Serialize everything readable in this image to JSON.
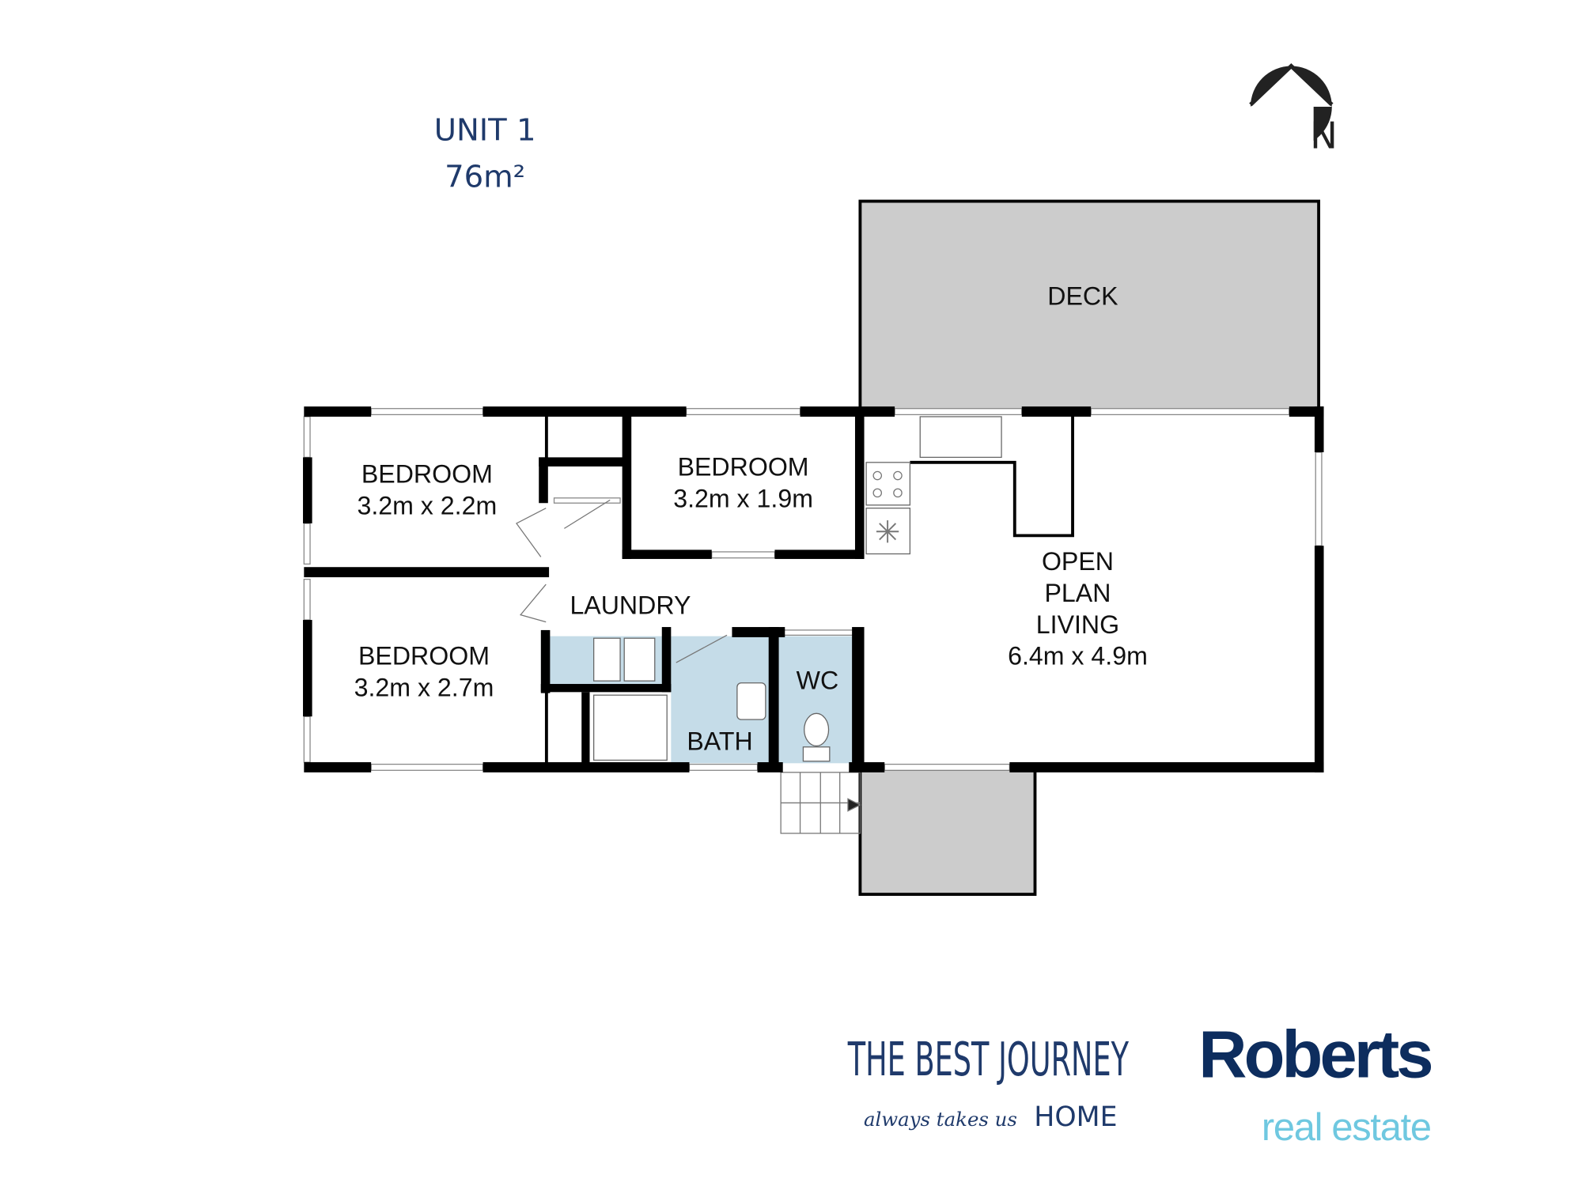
{
  "header": {
    "unit": "UNIT 1",
    "area": "76m²"
  },
  "compass": {
    "label": "N"
  },
  "rooms": {
    "deck": "DECK",
    "bedroom1": {
      "name": "BEDROOM",
      "size": "3.2m x 2.2m"
    },
    "bedroom2": {
      "name": "BEDROOM",
      "size": "3.2m x 1.9m"
    },
    "bedroom3": {
      "name": "BEDROOM",
      "size": "3.2m x 2.7m"
    },
    "laundry": "LAUNDRY",
    "bath": "BATH",
    "wc": "WC",
    "living": {
      "line1": "OPEN",
      "line2": "PLAN",
      "line3": "LIVING",
      "size": "6.4m x 4.9m"
    }
  },
  "branding": {
    "tagline_top": "THE BEST JOURNEY",
    "tagline_script": "always takes us",
    "tagline_home": "HOME",
    "company": "Roberts",
    "company_sub": "real estate"
  },
  "colors": {
    "wet_area": "#c5dce8",
    "deck": "#cccccc",
    "brand_navy": "#0d2d5e",
    "brand_light": "#6fc8e0"
  }
}
